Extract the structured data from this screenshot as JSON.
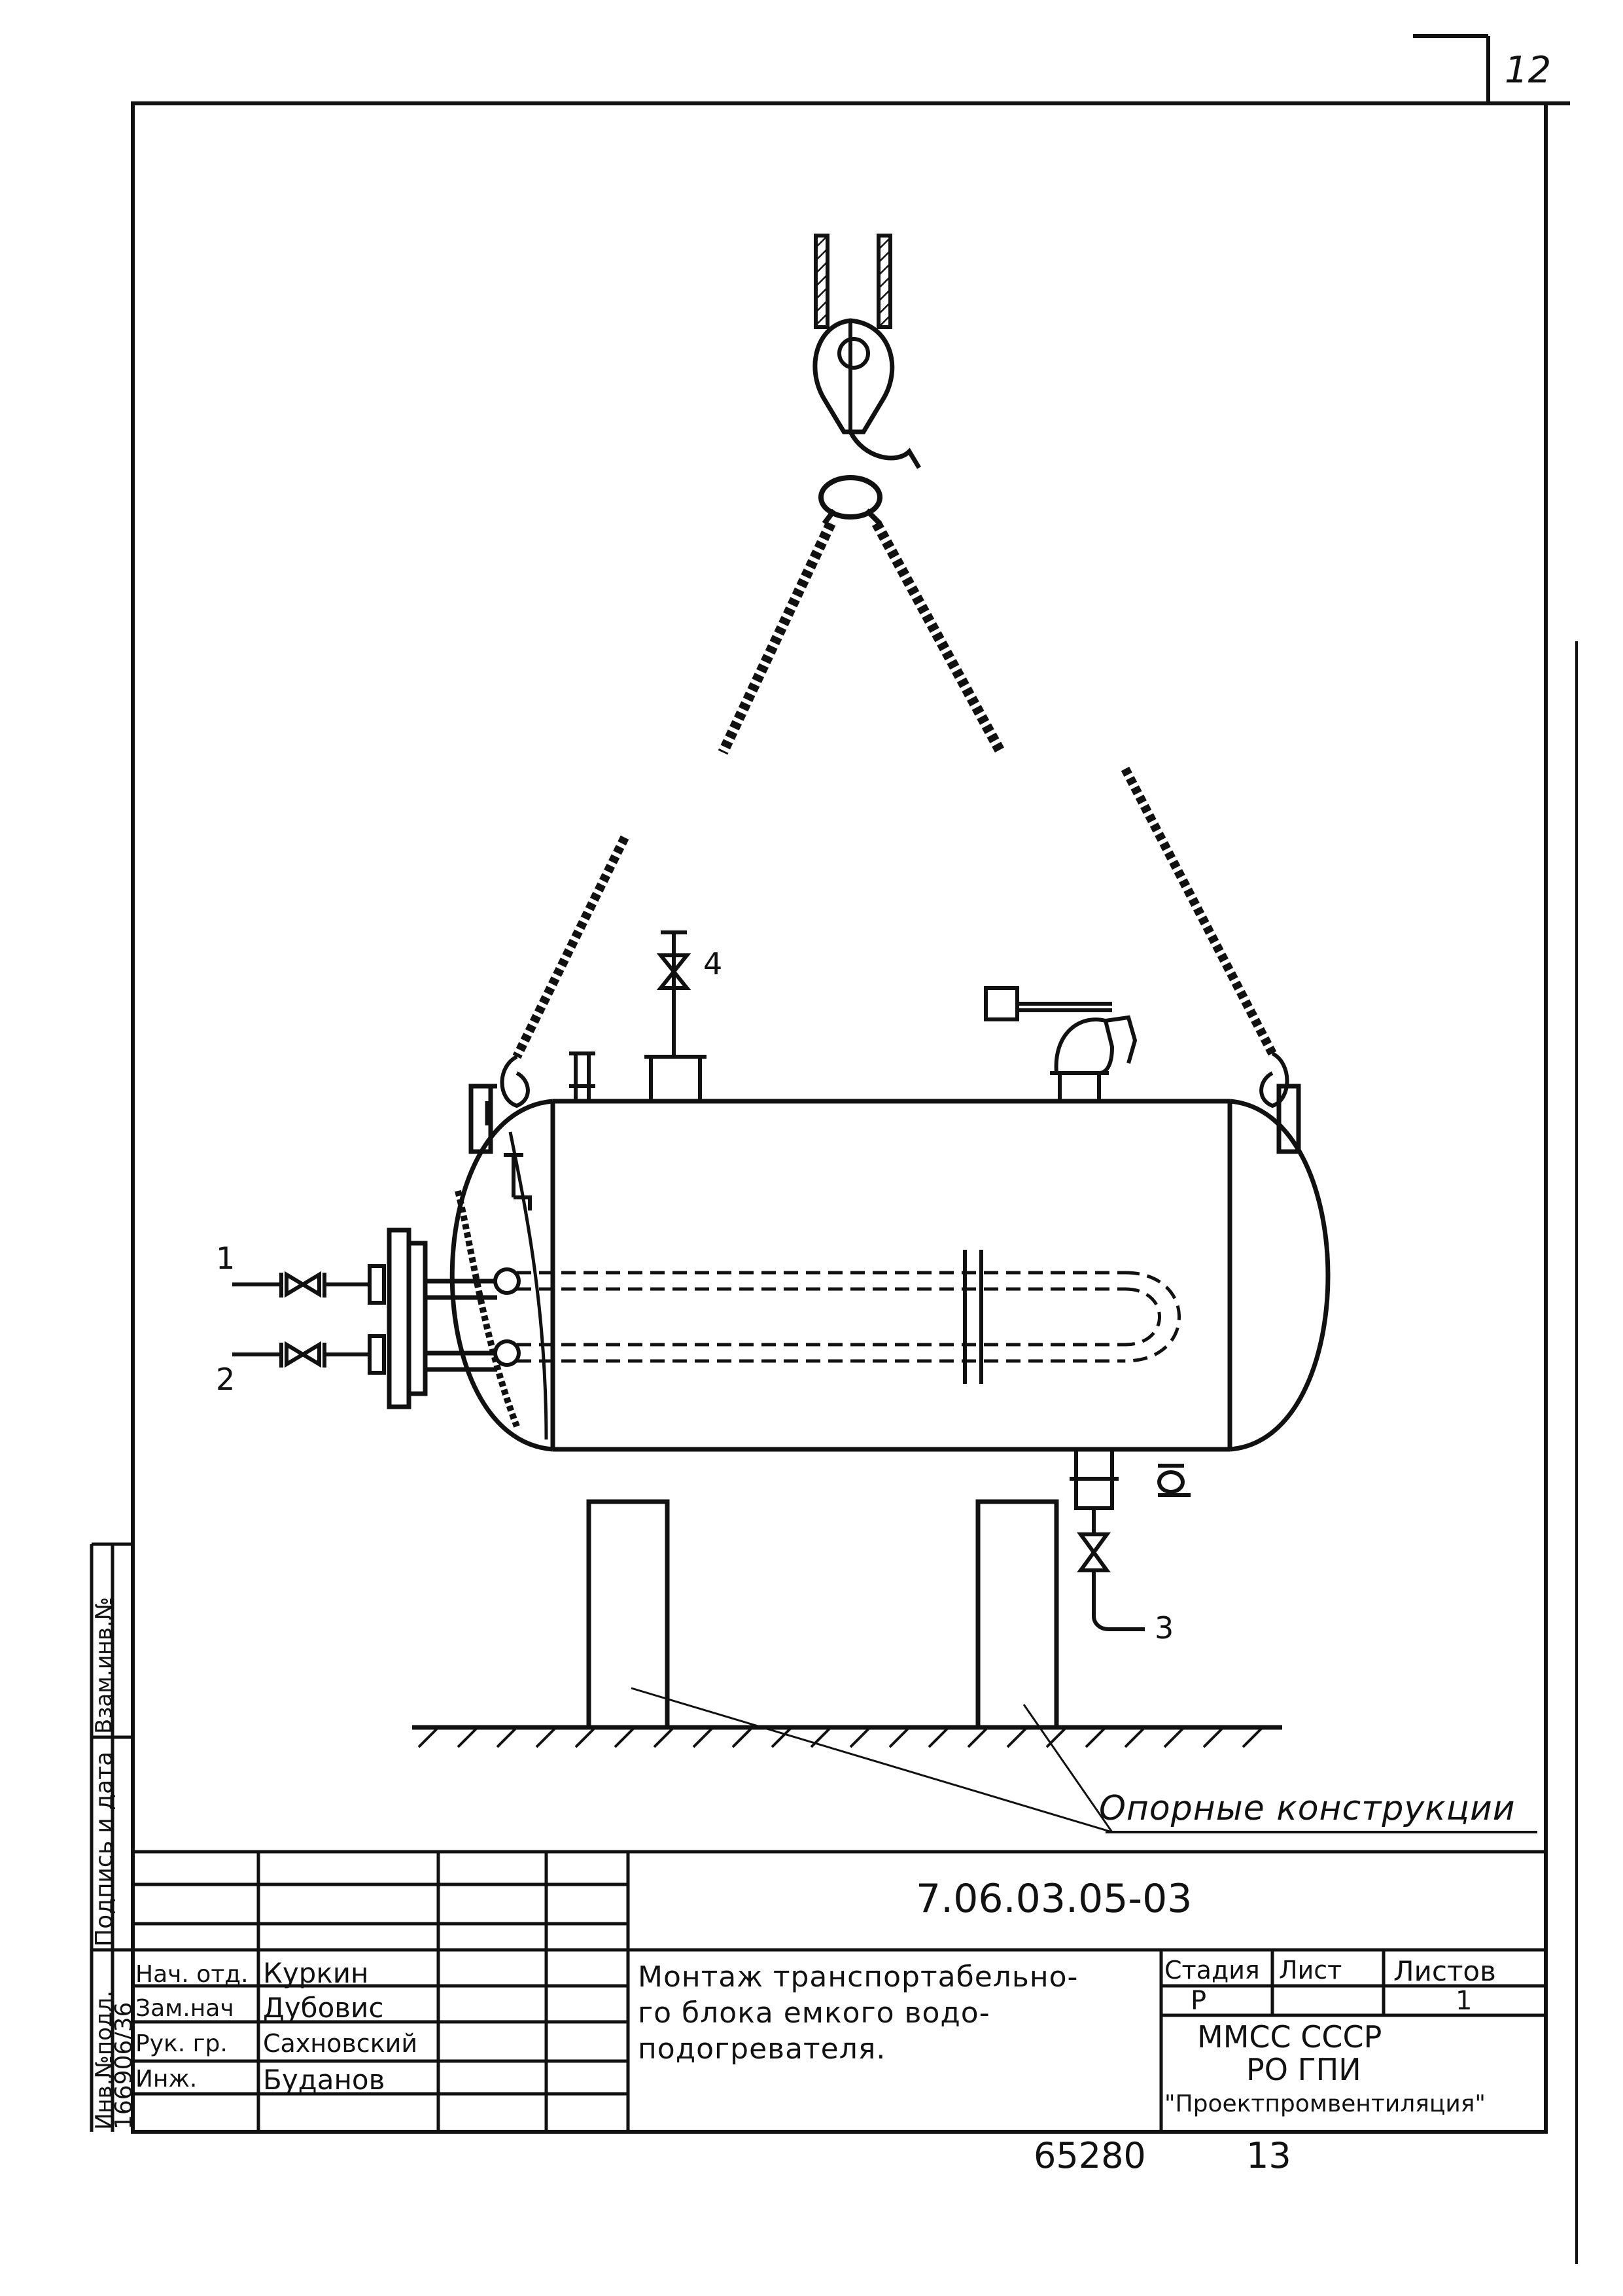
{
  "sheet": {
    "number": "12"
  },
  "callouts": {
    "c1": "1",
    "c2": "2",
    "c3": "3",
    "c4": "4"
  },
  "support_label": "Опорные конструкции",
  "title_block": {
    "code": "7.06.03.05-03",
    "title_lines": [
      "Монтаж транспортабельно-",
      "го блока емкого водо-",
      "подогревателя."
    ],
    "roles": [
      "Нач. отд.",
      "Зам.нач",
      "Рук. гр.",
      "Инж."
    ],
    "names": [
      "Куркин",
      "Дубовис",
      "Сахновский",
      "Буданов"
    ],
    "stage_header": "Стадия",
    "sheet_header": "Лист",
    "sheets_header": "Листов",
    "stage_value": "Р",
    "sheets_value": "1",
    "org_line1": "ММСС СССР",
    "org_line2": "РО ГПИ",
    "org_line3": "\"Проектпромвентиляция\""
  },
  "side_stamp": {
    "inv_label": "Инв.№подл.",
    "inv_value": "166906/36",
    "sign_label": "Подпись и дата",
    "replace_label": "Взам.инв.№"
  },
  "footer": {
    "archive_no": "65280",
    "page": "13"
  }
}
